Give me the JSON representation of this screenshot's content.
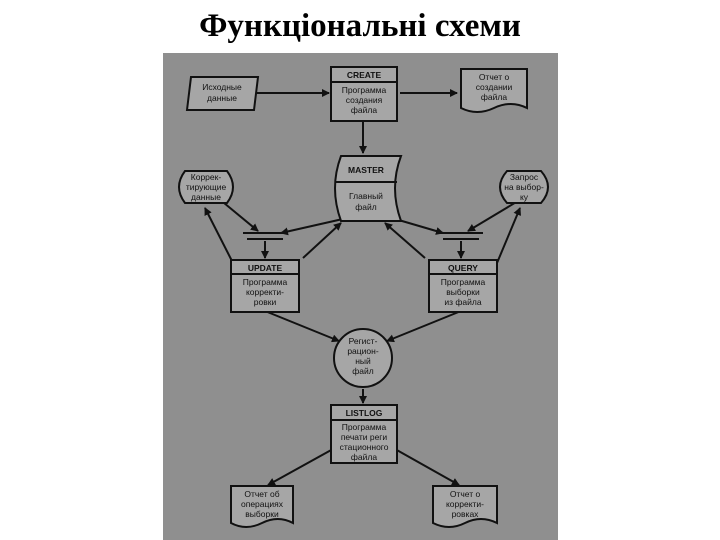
{
  "title": "Функціональні схеми",
  "diagram": {
    "nodes": {
      "source": {
        "lines": [
          "Исходные",
          "данные"
        ]
      },
      "create": {
        "header": "CREATE",
        "lines": [
          "Программа",
          "создания",
          "файла"
        ]
      },
      "create_report": {
        "lines": [
          "Отчет о",
          "создании",
          "файла"
        ]
      },
      "master": {
        "header": "MASTER",
        "lines": [
          "Главный",
          "файл"
        ]
      },
      "corrections": {
        "lines": [
          "Коррек-",
          "тирующие",
          "данные"
        ]
      },
      "query_request": {
        "lines": [
          "Запрос",
          "на выбор-",
          "ку"
        ]
      },
      "update": {
        "header": "UPDATE",
        "lines": [
          "Программа",
          "корректи-",
          "ровки"
        ]
      },
      "query": {
        "header": "QUERY",
        "lines": [
          "Программа",
          "выборки",
          "из файла"
        ]
      },
      "log": {
        "lines": [
          "Регист-",
          "рацион-",
          "ный",
          "файл"
        ]
      },
      "listlog": {
        "header": "LISTLOG",
        "lines": [
          "Программа",
          "печати реги",
          "стационного",
          "файла"
        ]
      },
      "query_report": {
        "lines": [
          "Отчет об",
          "операциях",
          "выборки"
        ]
      },
      "update_report": {
        "lines": [
          "Отчет о",
          "корректи-",
          "ровках"
        ]
      }
    }
  }
}
